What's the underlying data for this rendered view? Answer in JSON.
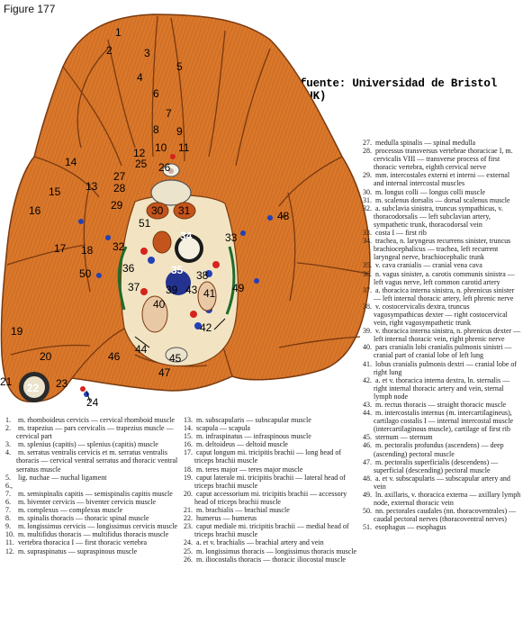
{
  "figure_title": "Figure 177",
  "source_credit": "fuente: Universidad de Bristol (UK)",
  "colors": {
    "muscle": "#d9772a",
    "muscle_dark": "#b85a1c",
    "artery": "#d6231e",
    "vein": "#2341b5",
    "bone": "#ece3cc",
    "skin": "#f0e0bd"
  },
  "plate_numbers": [
    "1",
    "2",
    "3",
    "4",
    "5",
    "6",
    "7",
    "8",
    "9",
    "10",
    "11",
    "12",
    "13",
    "14",
    "15",
    "16",
    "17",
    "18",
    "19",
    "20",
    "21",
    "22",
    "23",
    "24",
    "25",
    "26",
    "27",
    "28",
    "29",
    "30",
    "31",
    "32",
    "33",
    "34",
    "35",
    "36",
    "37",
    "38",
    "39",
    "40",
    "41",
    "42",
    "43",
    "44",
    "45",
    "46",
    "47",
    "48",
    "49",
    "50",
    "51"
  ],
  "legend_left1": [
    {
      "n": "1.",
      "t": "m. rhomboideus cervicis — cervical rhomboid muscle"
    },
    {
      "n": "2.",
      "t": "m. trapezius — pars cervicalis — trapezius muscle — cervical part"
    },
    {
      "n": "3.",
      "t": "m. splenius (capitis) — splenius (capitis) muscle"
    },
    {
      "n": "4.",
      "t": "m. serratus ventralis cervicis et m. serratus ventralis thoracis — cervical ventral serratus and thoracic ventral serratus muscle"
    },
    {
      "n": "5.",
      "t": "lig. nuchae — nuchal ligament"
    },
    {
      "n": "6., 7.",
      "t": "m. semispinalis capitis — semispinalis capitis muscle"
    },
    {
      "n": "6.",
      "t": "m. biventer cervicis — biventer cervicis muscle"
    },
    {
      "n": "7.",
      "t": "m. complexus — complexus muscle"
    },
    {
      "n": "8.",
      "t": "m. spinalis thoracis — thoracic spinal muscle"
    },
    {
      "n": "9.",
      "t": "m. longissimus cervicis — longissimus cervicis muscle"
    },
    {
      "n": "10.",
      "t": "m. multifidus thoracis — multifidus thoracis muscle"
    },
    {
      "n": "11.",
      "t": "vertebra thoracica I — first thoracic vertebra"
    },
    {
      "n": "12.",
      "t": "m. supraspinatus — supraspinous muscle"
    }
  ],
  "legend_left2": [
    {
      "n": "13.",
      "t": "m. subscapularis — subscapular muscle"
    },
    {
      "n": "14.",
      "t": "scapula — scapula"
    },
    {
      "n": "15.",
      "t": "m. infraspinatus — infraspinous muscle"
    },
    {
      "n": "16.",
      "t": "m. deltoideus — deltoid muscle"
    },
    {
      "n": "17.",
      "t": "caput longum mi. tricipitis brachii — long head of triceps brachii muscle"
    },
    {
      "n": "18.",
      "t": "m. teres major — teres major muscle"
    },
    {
      "n": "19.",
      "t": "caput laterale mi. tricipitis brachii — lateral head of triceps brachii muscle"
    },
    {
      "n": "20.",
      "t": "caput accessorium mi. tricipitis brachii — accessory head of triceps brachii muscle"
    },
    {
      "n": "21.",
      "t": "m. brachialis — brachial muscle"
    },
    {
      "n": "22.",
      "t": "humerus — humerus"
    },
    {
      "n": "23.",
      "t": "caput mediale mi. tricipitis brachii — medial head of triceps brachii muscle"
    },
    {
      "n": "24.",
      "t": "a. et v. brachialis — brachial artery and vein"
    },
    {
      "n": "25.",
      "t": "m. longissimus thoracis — longissimus thoracis muscle"
    },
    {
      "n": "26.",
      "t": "m. iliocostalis thoracis — thoracic iliocostal muscle"
    }
  ],
  "legend_right": [
    {
      "n": "27.",
      "t": "medulla spinalis — spinal medulla"
    },
    {
      "n": "28.",
      "t": "processus transversus vertebrae thoracicae I, m. cervicalis VIII — transverse process of first thoracic vertebra, eighth cervical nerve"
    },
    {
      "n": "29.",
      "t": "mm. intercostales externi et interni — external and internal intercostal muscles"
    },
    {
      "n": "30.",
      "t": "m. longus colli — longus colli muscle"
    },
    {
      "n": "31.",
      "t": "m. scalenus dorsalis — dorsal scalenus muscle"
    },
    {
      "n": "32.",
      "t": "a. subclavia sinistra, truncus sympathicus, v. thoracodorsalis — left subclavian artery, sympathetic trunk, thoracodorsal vein"
    },
    {
      "n": "33.",
      "t": "costa I — first rib"
    },
    {
      "n": "34.",
      "t": "trachea, n. laryngeus recurrens sinister, truncus brachiocephalicus — trachea, left recurrent laryngeal nerve, brachiocephalic trunk"
    },
    {
      "n": "35.",
      "t": "v. cava cranialis — cranial vena cava"
    },
    {
      "n": "36.",
      "t": "n. vagus sinister, a. carotis communis sinistra — left vagus nerve, left common carotid artery"
    },
    {
      "n": "37.",
      "t": "a. thoracica interna sinistra, n. phrenicus sinister — left internal thoracic artery, left phrenic nerve"
    },
    {
      "n": "38.",
      "t": "v. costocervicalis dextra, truncus vagosympathicus dexter — right costocervical vein, right vagosympathetic trunk"
    },
    {
      "n": "39.",
      "t": "v. thoracica interna sinistra, n. phrenicus dexter — left internal thoracic vein, right phrenic nerve"
    },
    {
      "n": "40.",
      "t": "pars cranialis lobi cranialis pulmonis sinistri — cranial part of cranial lobe of left lung"
    },
    {
      "n": "41.",
      "t": "lobus cranialis pulmonis dextri — cranial lobe of right lung"
    },
    {
      "n": "42.",
      "t": "a. et v. thoracica interna dextra, ln. sternalis — right internal thoracic artery and vein, sternal lymph node"
    },
    {
      "n": "43.",
      "t": "m. rectus thoracis — straight thoracic muscle"
    },
    {
      "n": "44.",
      "t": "m. intercostalis internus (m. intercartilagineus), cartilago costalis I — internal intercostal muscle (intercartilaginous muscle), cartilage of first rib"
    },
    {
      "n": "45.",
      "t": "sternum — sternum"
    },
    {
      "n": "46.",
      "t": "m. pectoralis profundus (ascendens) — deep (ascending) pectoral muscle"
    },
    {
      "n": "47.",
      "t": "m. pectoralis superficialis (descendens) — superficial (descending) pectoral muscle"
    },
    {
      "n": "48.",
      "t": "a. et v. subscapularis — subscapular artery and vein"
    },
    {
      "n": "49.",
      "t": "ln. axillaris, v. thoracica externa — axillary lymph node, external thoracic vein"
    },
    {
      "n": "50.",
      "t": "nn. pectorales caudales (nn. thoracoventrales) — caudal pectoral nerves (thoracoventral nerves)"
    },
    {
      "n": "51.",
      "t": "esophagus — esophagus"
    }
  ]
}
